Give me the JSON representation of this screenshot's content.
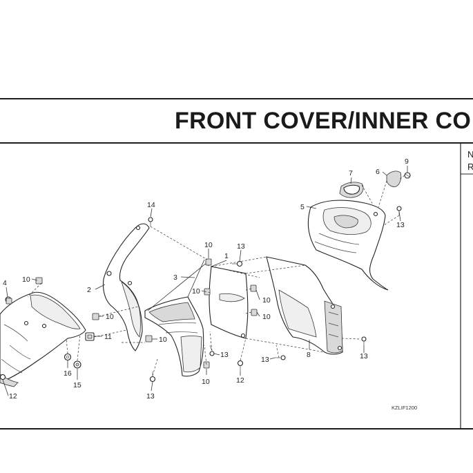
{
  "page_title": "FRONT COVER/INNER CO",
  "side_column": {
    "header_1": "N",
    "header_2": "R"
  },
  "drawing_code": "KZLIF1200",
  "callouts": [
    {
      "id": "c1",
      "text": "1"
    },
    {
      "id": "c2",
      "text": "2"
    },
    {
      "id": "c3",
      "text": "3"
    },
    {
      "id": "c4",
      "text": "4"
    },
    {
      "id": "c5",
      "text": "5"
    },
    {
      "id": "c6",
      "text": "6"
    },
    {
      "id": "c7",
      "text": "7"
    },
    {
      "id": "c8",
      "text": "8"
    },
    {
      "id": "c9",
      "text": "9"
    },
    {
      "id": "c10a",
      "text": "10"
    },
    {
      "id": "c10b",
      "text": "10"
    },
    {
      "id": "c10c",
      "text": "10"
    },
    {
      "id": "c10d",
      "text": "10"
    },
    {
      "id": "c10e",
      "text": "10"
    },
    {
      "id": "c10f",
      "text": "10"
    },
    {
      "id": "c10g",
      "text": "10"
    },
    {
      "id": "c10h",
      "text": "10"
    },
    {
      "id": "c11",
      "text": "11"
    },
    {
      "id": "c12a",
      "text": "12"
    },
    {
      "id": "c12b",
      "text": "12"
    },
    {
      "id": "c13a",
      "text": "13"
    },
    {
      "id": "c13b",
      "text": "13"
    },
    {
      "id": "c13c",
      "text": "13"
    },
    {
      "id": "c13d",
      "text": "13"
    },
    {
      "id": "c13e",
      "text": "13"
    },
    {
      "id": "c13f",
      "text": "13"
    },
    {
      "id": "c14",
      "text": "14"
    },
    {
      "id": "c15",
      "text": "15"
    },
    {
      "id": "c16",
      "text": "16"
    }
  ]
}
